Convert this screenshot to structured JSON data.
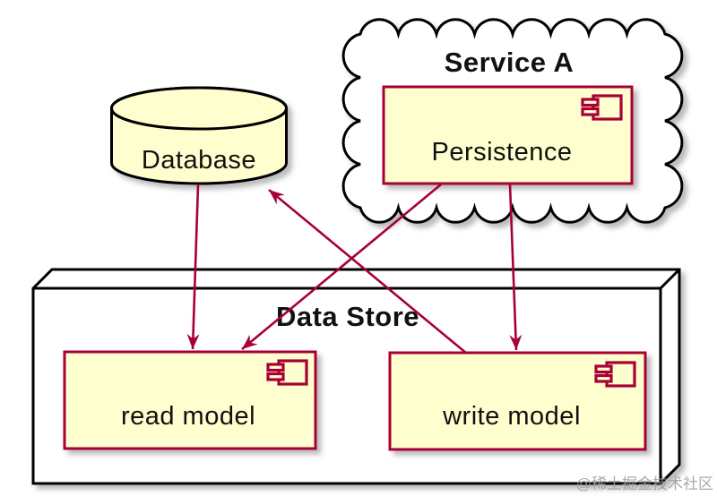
{
  "diagram": {
    "type": "uml-component-diagram",
    "background": "#ffffff",
    "colors": {
      "component_fill": "#FEFECE",
      "component_border": "#A80036",
      "arrow": "#A80036",
      "outline": "#000000",
      "text": "#111111",
      "shadow": "#777777",
      "watermark": "#9c9c9c"
    },
    "cloud": {
      "label": "Service A",
      "components": [
        {
          "label": "Persistence",
          "icon": "component-icon"
        }
      ]
    },
    "database": {
      "label": "Database"
    },
    "node": {
      "label": "Data Store",
      "components": [
        {
          "label": "read model",
          "icon": "component-icon"
        },
        {
          "label": "write model",
          "icon": "component-icon"
        }
      ]
    },
    "edges": [
      {
        "from": "Database",
        "to": "read model",
        "style": "arrow"
      },
      {
        "from": "Persistence",
        "to": "read model",
        "style": "arrow"
      },
      {
        "from": "Persistence",
        "to": "write model",
        "style": "arrow"
      },
      {
        "from": "write model",
        "to": "Database",
        "style": "arrow"
      }
    ],
    "watermark": "@稀土掘金技术社区"
  }
}
